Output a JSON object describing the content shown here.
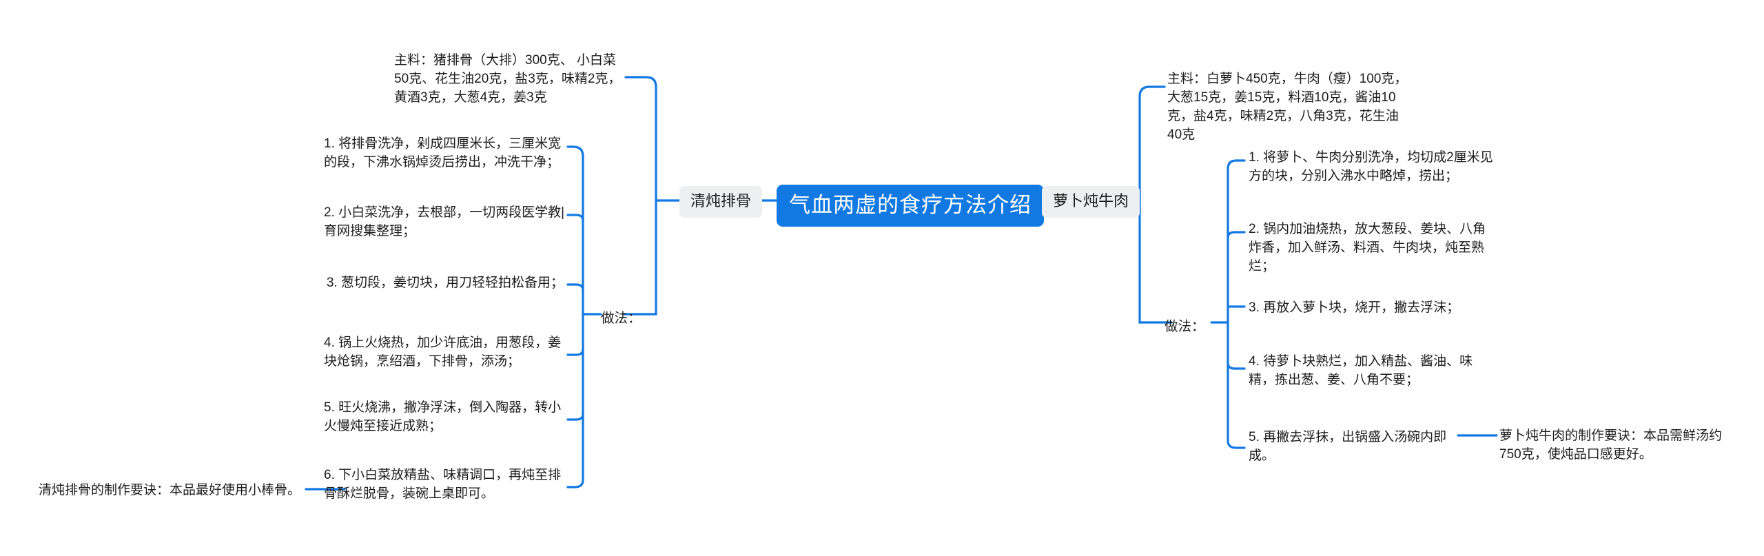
{
  "colors": {
    "root_bg": "#1279e3",
    "root_text": "#ffffff",
    "branch_bg": "#eeeff1",
    "branch_text": "#1c1c1c",
    "link": "#1279e3",
    "leaf_text": "#1c1c1c",
    "page_bg": "#ffffff"
  },
  "root": {
    "title": "气血两虚的食疗方法介绍"
  },
  "left_branch": {
    "title": "清炖排骨",
    "ingredients": "主料：猪排骨（大排）300克、 小白菜50克、花生油20克，盐3克，味精2克，黄酒3克，大葱4克，姜3克",
    "method_label": "做法：",
    "steps": [
      "1. 将排骨洗净，剁成四厘米长，三厘米宽的段，下沸水锅焯烫后捞出，冲洗干净；",
      "2. 小白菜洗净，去根部，一切两段医学教|育网搜集整理；",
      "3. 葱切段，姜切块，用刀轻轻拍松备用；",
      "4. 锅上火烧热，加少许底油，用葱段，姜块炝锅，烹绍酒，下排骨，添汤；",
      "5. 旺火烧沸，撇净浮沫，倒入陶器，转小火慢炖至接近成熟；",
      "6. 下小白菜放精盐、味精调口，再炖至排骨酥烂脱骨，装碗上桌即可。"
    ],
    "tip": "清炖排骨的制作要诀：本品最好使用小棒骨。"
  },
  "right_branch": {
    "title": "萝卜炖牛肉",
    "ingredients": "主料：白萝卜450克，牛肉（瘦）100克，大葱15克，姜15克，料酒10克，酱油10克，盐4克，味精2克，八角3克，花生油40克",
    "method_label": "做法：",
    "steps": [
      "1. 将萝卜、牛肉分别洗净，均切成2厘米见方的块，分别入沸水中略焯，捞出；",
      "2. 锅内加油烧热，放大葱段、姜块、八角炸香，加入鲜汤、料酒、牛肉块，炖至熟烂；",
      "3. 再放入萝卜块，烧开，撇去浮沫；",
      "4. 待萝卜块熟烂，加入精盐、酱油、味精，拣出葱、姜、八角不要；",
      "5. 再撇去浮抹，出锅盛入汤碗内即成。"
    ],
    "tip": "萝卜炖牛肉的制作要诀：本品需鲜汤约750克，使炖品口感更好。"
  }
}
